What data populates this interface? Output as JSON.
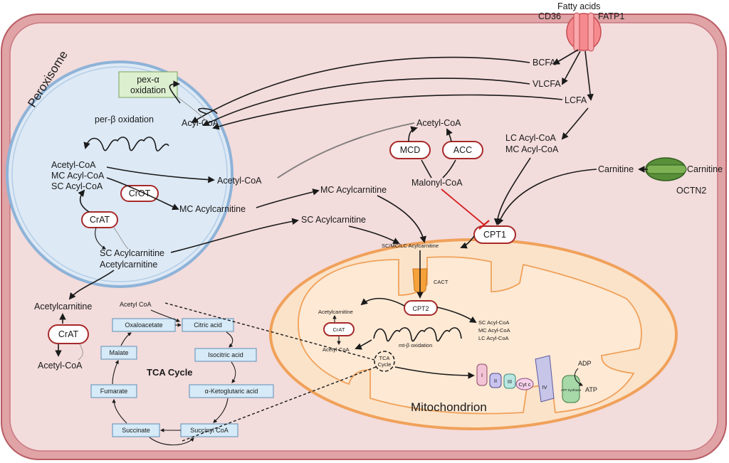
{
  "cell": {
    "fatty_acids": "Fatty acids",
    "cd36": "CD36",
    "fatp1": "FATP1",
    "bcfa": "BCFA",
    "vlcfa": "VLCFA",
    "lcfa": "LCFA",
    "lc_mc_acyl": [
      "LC Acyl-CoA",
      "MC Acyl-CoA"
    ],
    "carnitine_in": "Carnitine",
    "carnitine_out": "Carnitine",
    "octn2": "OCTN2",
    "acetyl_coa_cyto": "Acetyl-CoA",
    "mcd": "MCD",
    "acc": "ACC",
    "malonyl_coa": "Malonyl-CoA",
    "mc_acylcarnitine": "MC Acylcarnitine",
    "sc_acylcarnitine": "SC Acylcarnitine",
    "cpt1": "CPT1",
    "acetylcarnitine_cyto": "Acetylcarnitine",
    "crat_cyto": "CrAT",
    "acetyl_coa_bottom": "Acetyl-CoA"
  },
  "peroxisome": {
    "title": "Peroxisome",
    "pex_alpha": [
      "pex-α",
      "oxidation"
    ],
    "per_beta": "per-β oxidation",
    "acyl_coa": "Acyl-CoA",
    "acetyl_list": [
      "Acetyl-CoA",
      "MC Acyl-CoA",
      "SC Acyl-CoA"
    ],
    "acetyl_coa_out": "Acetyl-CoA",
    "crot": "CrOT",
    "mc_acylcarnitine": "MC Acylcarnitine",
    "crat": "CrAT",
    "sc_acetyl": [
      "SC Acylcarnitine",
      "Acetylcarnitine"
    ]
  },
  "mitochondrion": {
    "title": "Mitochondrion",
    "sc_mc_lc": "SC/MC/LC Acylcarnitine",
    "cact": "CACT",
    "cpt2": "CPT2",
    "acetylcarnitine": "Acetylcarnitine",
    "crat": "CrAT",
    "acetyl_coa": "Acetyl-CoA",
    "acyl_list": [
      "SC Acyl-CoA",
      "MC Acyl-CoA",
      "LC Acyl-CoA"
    ],
    "mt_beta": "mt-β oxidation",
    "tca": [
      "TCA",
      "Cycle"
    ],
    "complexes": [
      "I",
      "II",
      "III",
      "Cyt c",
      "IV",
      "ATP Synthase"
    ],
    "adp": "ADP",
    "atp": "ATP"
  },
  "tca_cycle": {
    "title": "TCA Cycle",
    "acetyl_coa": "Acetyl CoA",
    "oxaloacetate": "Oxaloacetate",
    "citric": "Citric acid",
    "isocitric": "Isocitric acid",
    "aketo": "α-Ketoglutaric acid",
    "succinyl": "Succinyl CoA",
    "succinate": "Succinate",
    "fumarate": "Fumarate",
    "malate": "Malate"
  },
  "colors": {
    "cell_outer": "#e0a3a6",
    "cell_inner": "#f3dcdc",
    "cell_border": "#b85c64",
    "peroxisome_fill": "#dde9f5",
    "peroxisome_border": "#8eb3d8",
    "mito_fill": "#fbe3c9",
    "mito_border": "#f0a15a",
    "enzyme_border": "#a82a2a",
    "inhibit": "#d21e1e",
    "pex_box": "#dcefcf"
  }
}
